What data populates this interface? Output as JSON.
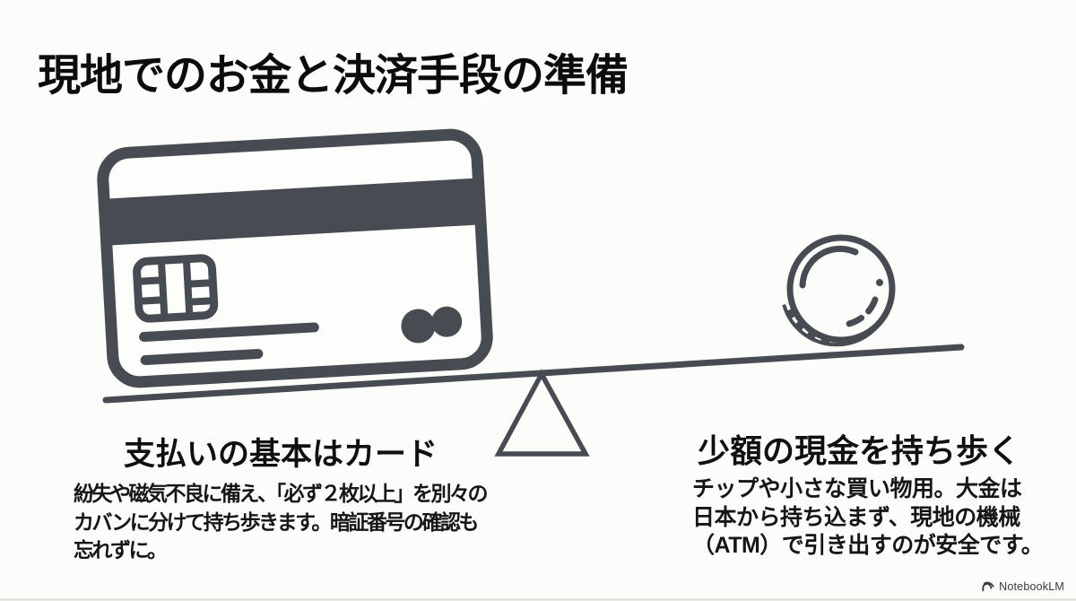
{
  "page": {
    "title": "現地でのお金と決済手段の準備",
    "background_color": "#fcfcfa",
    "ink_color": "#474c53",
    "text_color": "#141414"
  },
  "illustration": {
    "type": "seesaw-balance",
    "tilt": "left-heavy",
    "left_object": "credit-card",
    "right_object": "coin"
  },
  "columns": {
    "left": {
      "heading": "支払いの基本はカード",
      "body": "紛失や磁気不良に備え、「必ず２枚以上」を別々の\nカバンに分けて持ち歩きます。暗証番号の確認も\n忘れずに。"
    },
    "right": {
      "heading": "少額の現金を持ち歩く",
      "body": "チップや小さな買い物用。大金は\n日本から持ち込まず、現地の機械\n（ATM）で引き出すのが安全です。"
    }
  },
  "watermark": {
    "brand": "NotebookLM"
  }
}
